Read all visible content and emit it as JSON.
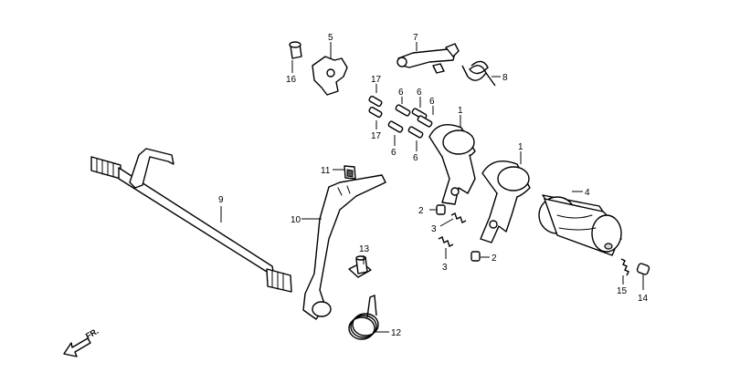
{
  "callouts": {
    "c1a": "1",
    "c1b": "1",
    "c2a": "2",
    "c2b": "2",
    "c3a": "3",
    "c3b": "3",
    "c4": "4",
    "c5": "5",
    "c6a": "6",
    "c6b": "6",
    "c6c": "6",
    "c6d": "6",
    "c6e": "6",
    "c7": "7",
    "c8": "8",
    "c9": "9",
    "c10": "10",
    "c11": "11",
    "c12": "12",
    "c13": "13",
    "c14": "14",
    "c15": "15",
    "c16": "16",
    "c17a": "17",
    "c17b": "17"
  },
  "direction": {
    "label": "FR."
  }
}
